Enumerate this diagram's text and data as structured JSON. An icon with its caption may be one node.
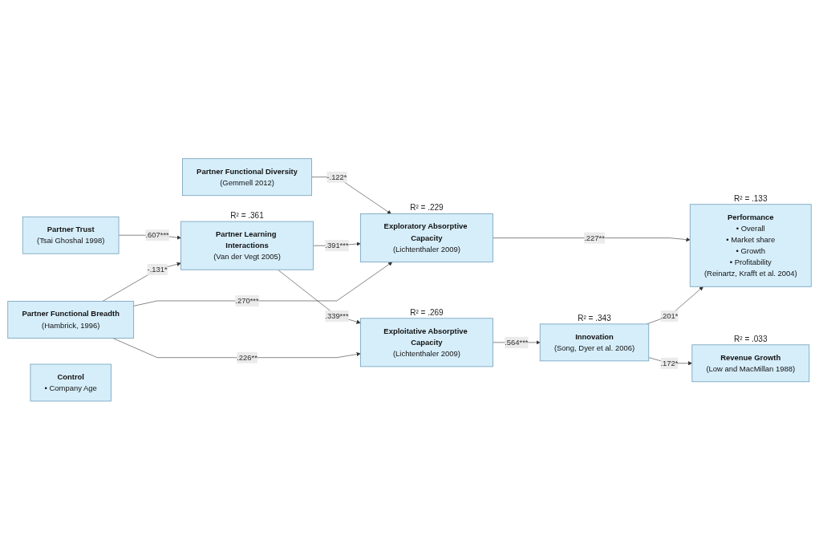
{
  "diagram": {
    "nodes": [
      {
        "text": [
          "Partner Functional Diversity",
          "(Gemmell 2012)"
        ]
      },
      {
        "text": [
          "Partner Trust",
          "(Tsai Ghoshal 1998)"
        ]
      },
      {
        "text": [
          "Partner Learning Interactions",
          "(Van der Vegt 2005)"
        ],
        "beside": [
          "R² = .361"
        ]
      },
      {
        "text": [
          "Partner Functional Breadth",
          "(Hambrick, 1996)"
        ]
      },
      {
        "text": [
          "Exploratory Absorptive Capacity",
          "(Lichtenthaler 2009)"
        ],
        "beside": [
          "R² = .229"
        ]
      },
      {
        "text": [
          "Exploitative Absorptive Capacity",
          "(Lichtenthaler 2009)"
        ],
        "beside": [
          "R² = .269"
        ]
      },
      {
        "text": [
          "Innovation",
          "(Song, Dyer et al. 2006)"
        ],
        "beside": [
          "R² = .343"
        ]
      },
      {
        "text": [
          "Performance",
          "• Overall",
          "• Market share",
          "• Growth",
          "• Profitability",
          "(Reinartz, Krafft et al. 2004)"
        ],
        "beside": [
          "R² = .133"
        ]
      },
      {
        "text": [
          "Revenue Growth",
          "(Low and MacMillan 1988)"
        ],
        "beside": [
          "R² = .033"
        ]
      },
      {
        "text": [
          "Control",
          "• Company Age"
        ]
      }
    ],
    "edges": [
      {
        "from": 0,
        "to": 4,
        "arrow": "to",
        "label": "-.122*"
      },
      {
        "from": 1,
        "to": 2,
        "arrow": "to",
        "label": ".607***"
      },
      {
        "from": 3,
        "to": 2,
        "arrow": "to",
        "label": "-.131*"
      },
      {
        "from": 2,
        "to": 4,
        "arrow": "to",
        "label": ".391***"
      },
      {
        "from": 2,
        "to": 5,
        "arrow": "to",
        "label": ".339***"
      },
      {
        "from": 3,
        "to": 4,
        "arrow": "to",
        "label": ".270***"
      },
      {
        "from": 3,
        "to": 5,
        "arrow": "to",
        "label": ".226**"
      },
      {
        "from": 4,
        "to": 7,
        "arrow": "to",
        "label": ".227**"
      },
      {
        "from": 5,
        "to": 6,
        "arrow": "to",
        "label": ".564***"
      },
      {
        "from": 6,
        "to": 7,
        "arrow": "to",
        "label": ".201*"
      },
      {
        "from": 6,
        "to": 8,
        "arrow": "to",
        "label": ".172*"
      }
    ]
  }
}
